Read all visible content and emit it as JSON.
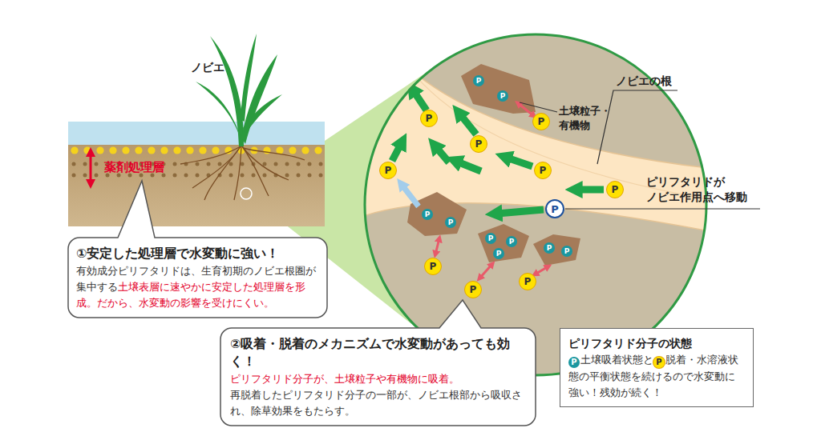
{
  "diagram": {
    "nodes": [
      {
        "text": [
          "①安定した処理層で水変動に強い！",
          "有効成分ピリフタリドは、生育初期のノビエ根圏が集中する",
          "土壌表層に速やかに安定した処理層を形成。だから、水変動の影響を受けにくい。"
        ]
      },
      {
        "text": [
          "②吸着・脱着のメカニズムで水変動があっても効く！",
          "ピリフタリド分子が、土壌粒子や有機物に吸着。",
          "再脱着したピリフタリド分子の一部が、ノビエ根部から吸収され、除草効果をもたらす。"
        ]
      },
      {
        "text": [
          "ピリフタリド分子の状態",
          "P",
          "土壌吸着状態と",
          "P",
          "脱着・水溶液状態の平衡状態を続けるので水変動に強い！残効が続く！"
        ]
      }
    ],
    "labels": [
      "ノビエ",
      "薬剤処理層",
      "ノビエの根",
      "土壌粒子・有機物",
      "ピリフタリドが ノビエ作用点へ移動",
      "P",
      "P",
      "P",
      "P",
      "P",
      "P",
      "P",
      "P",
      "P",
      "P",
      "P",
      "P",
      "P",
      "P",
      "P",
      "P",
      "P",
      "P",
      "P"
    ]
  }
}
